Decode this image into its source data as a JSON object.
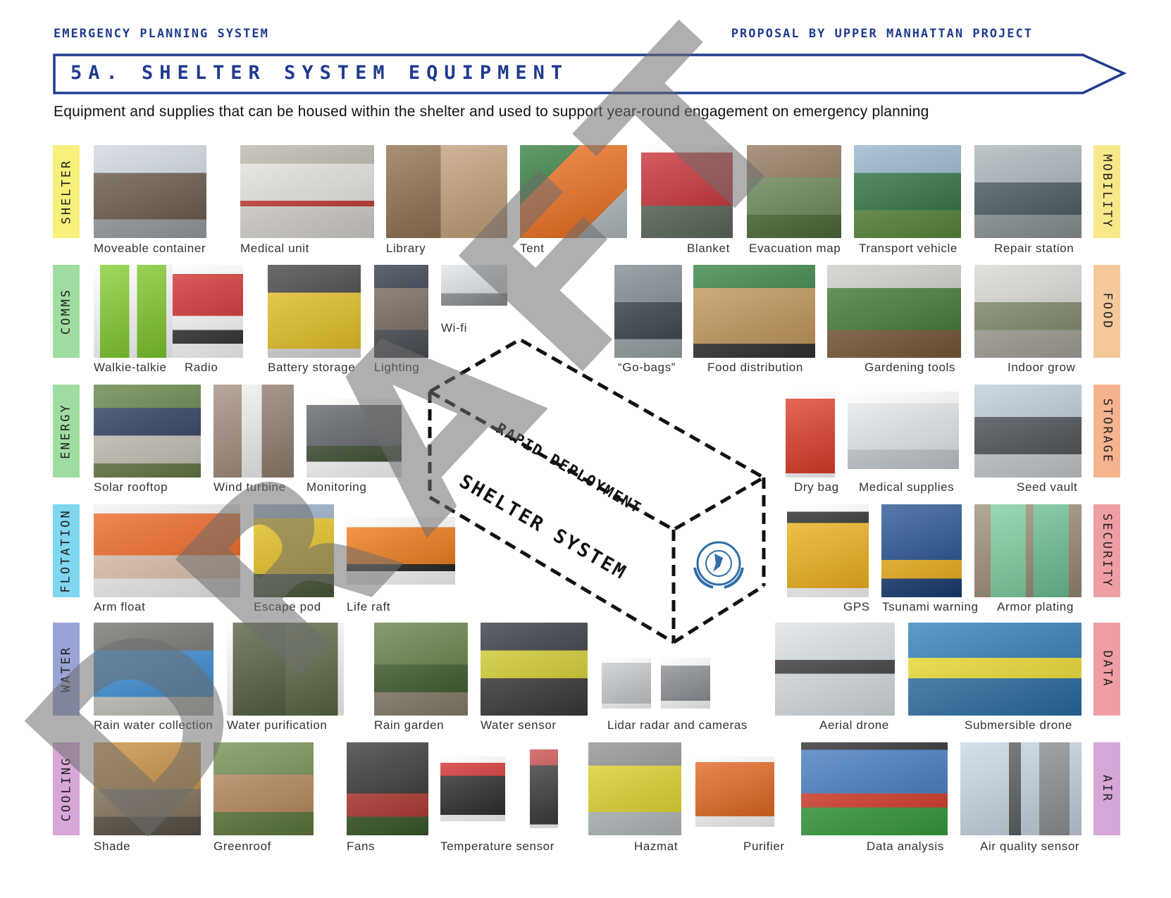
{
  "header": {
    "left": "EMERGENCY PLANNING SYSTEM",
    "right": "PROPOSAL BY UPPER MANHATTAN PROJECT",
    "title": "5A. SHELTER SYSTEM EQUIPMENT",
    "subtitle": "Equipment and supplies that can be housed within the shelter and used to support year-round engagement on emergency planning"
  },
  "colors": {
    "accent": "#1f3b8f",
    "shelter": "#f7f07a",
    "comms": "#9fdca1",
    "energy": "#9fdca1",
    "flotation": "#7fd6ef",
    "water": "#9aa3d6",
    "cooling": "#d7a7d8",
    "mobility": "#f8e88a",
    "food": "#f3c99a",
    "storage": "#f5b48f",
    "security": "#ef9fa4",
    "data": "#ef9fa4",
    "air": "#d7a7d8"
  },
  "categories_left": [
    "SHELTER",
    "COMMS",
    "ENERGY",
    "FLOTATION",
    "WATER",
    "COOLING"
  ],
  "categories_right": [
    "MOBILITY",
    "FOOD",
    "STORAGE",
    "SECURITY",
    "DATA",
    "AIR"
  ],
  "items": [
    "Moveable container",
    "Medical unit",
    "Library",
    "Tent",
    "Blanket",
    "Evacuation map",
    "Transport vehicle",
    "Repair station",
    "Walkie-talkie",
    "Radio",
    "Battery storage",
    "Lighting",
    "Wi-fi",
    "“Go-bags”",
    "Food distribution",
    "Gardening tools",
    "Indoor grow",
    "Solar rooftop",
    "Wind turbine",
    "Monitoring",
    "Dry bag",
    "Medical supplies",
    "Seed vault",
    "Arm float",
    "Escape pod",
    "Life raft",
    "GPS",
    "Tsunami warning",
    "Armor plating",
    "Rain water collection",
    "Water purification",
    "Rain garden",
    "Water sensor",
    "Lidar radar and cameras",
    "Aerial drone",
    "Submersible drone",
    "Shade",
    "Greenroof",
    "Fans",
    "Temperature sensor",
    "Hazmat",
    "Purifier",
    "Data analysis",
    "Air quality sensor"
  ],
  "box": {
    "top_label": "RAPID DEPLOYMENT",
    "side_label": "SHELTER SYSTEM"
  },
  "watermark": "DRAFT"
}
